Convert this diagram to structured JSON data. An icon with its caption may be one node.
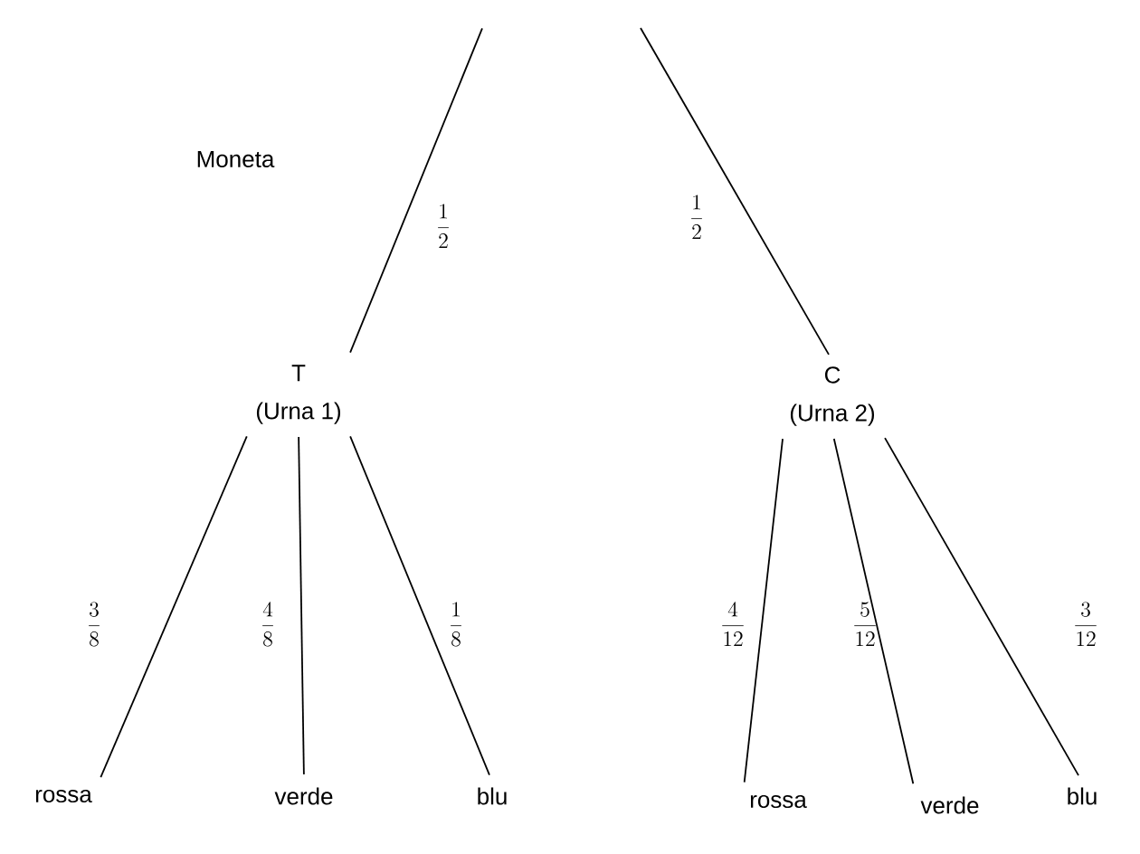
{
  "diagram": {
    "nodes": [
      {
        "text": [
          "T",
          "(Urna 1)"
        ]
      },
      {
        "text": [
          "C",
          "(Urna 2)"
        ]
      },
      {
        "text": [
          "rossa"
        ]
      },
      {
        "text": [
          "verde"
        ]
      },
      {
        "text": [
          "blu"
        ]
      },
      {
        "text": [
          "rossa"
        ]
      },
      {
        "text": [
          "verde"
        ]
      },
      {
        "text": [
          "blu"
        ]
      }
    ],
    "edges": [
      {
        "from": null,
        "to": 0,
        "arrow": "none",
        "label": "\\frac{1}{2}"
      },
      {
        "from": null,
        "to": 1,
        "arrow": "none",
        "label": "\\frac{1}{2}"
      },
      {
        "from": 0,
        "to": 2,
        "arrow": "none",
        "label": "\\frac{3}{8}"
      },
      {
        "from": 0,
        "to": 3,
        "arrow": "none",
        "label": "\\frac{4}{8}"
      },
      {
        "from": 0,
        "to": 4,
        "arrow": "none",
        "label": "\\frac{1}{8}"
      },
      {
        "from": 1,
        "to": 5,
        "arrow": "none",
        "label": "\\frac{4}{12}"
      },
      {
        "from": 1,
        "to": 6,
        "arrow": "none",
        "label": "\\frac{5}{12}"
      },
      {
        "from": 1,
        "to": 7,
        "arrow": "none",
        "label": "\\frac{3}{12}"
      }
    ],
    "labels": [
      "Moneta"
    ]
  }
}
